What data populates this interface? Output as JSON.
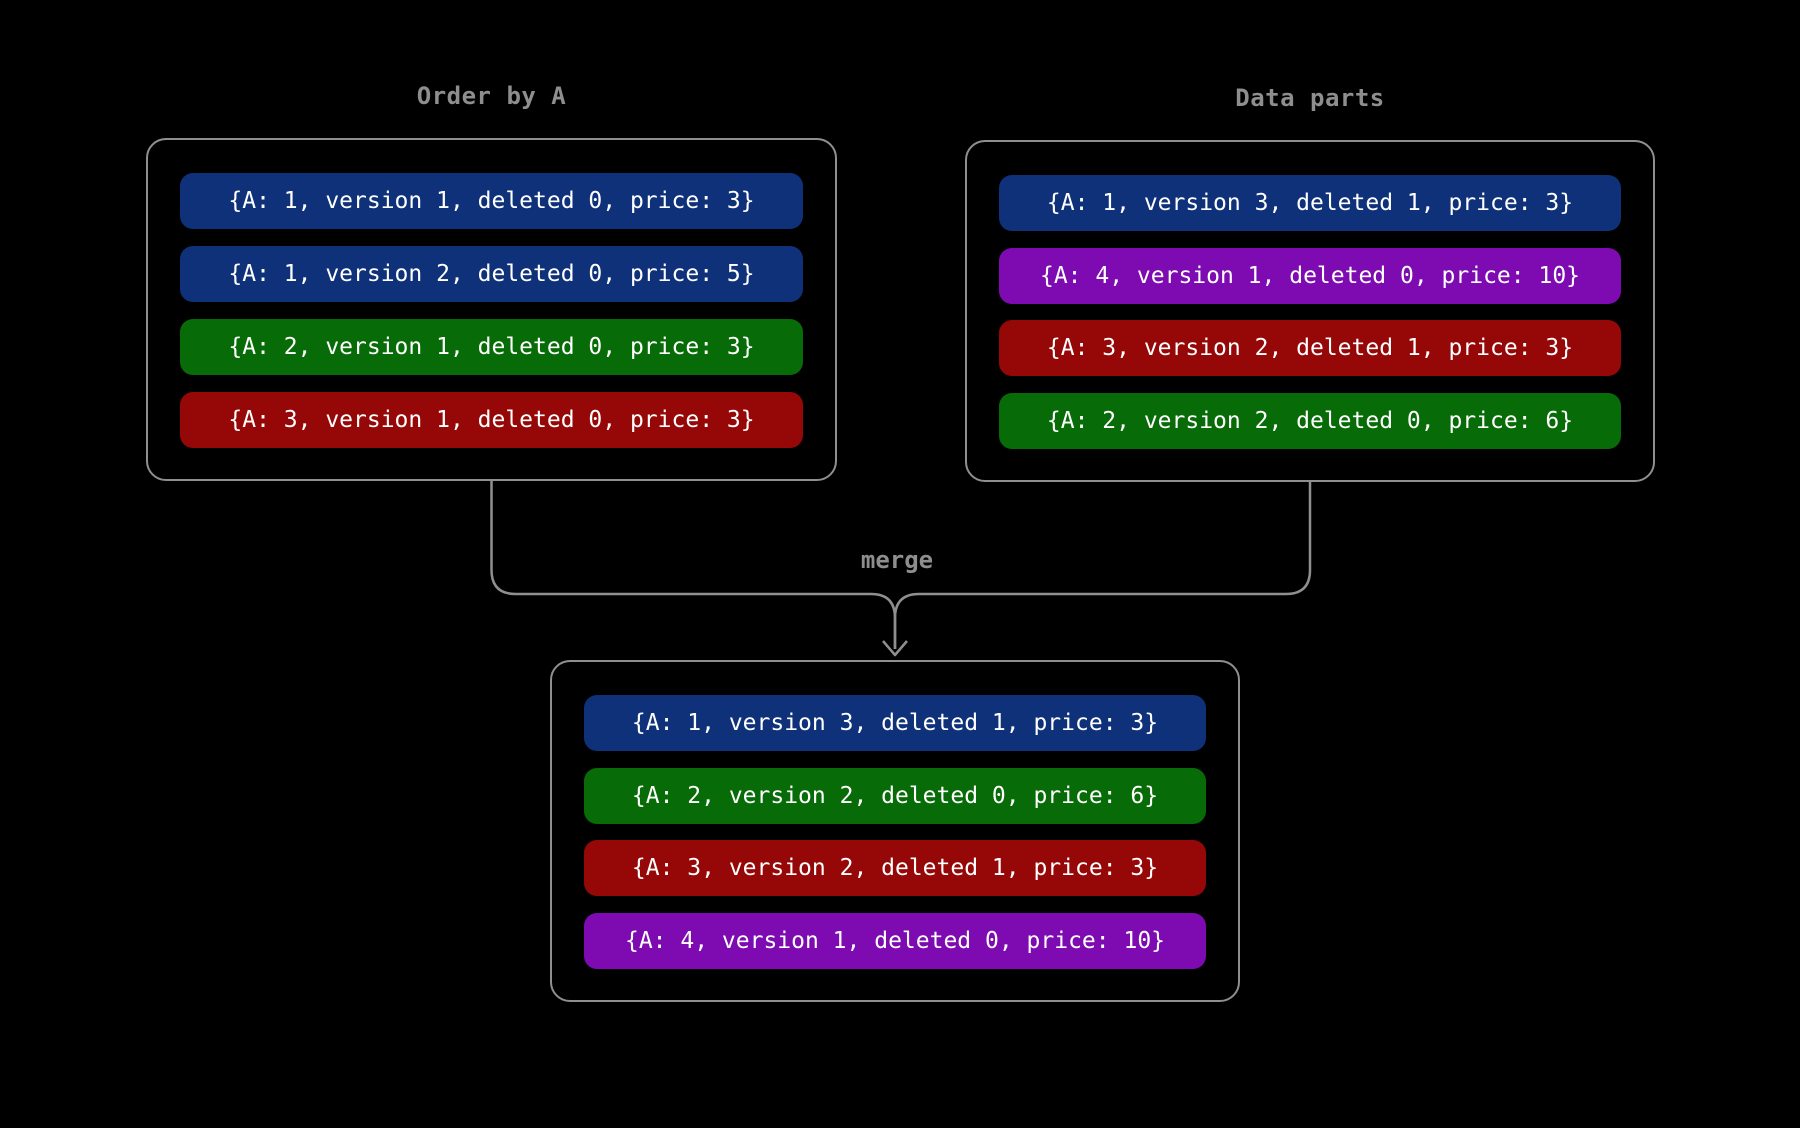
{
  "canvas": {
    "background": "#000000",
    "line_color": "#8f8f8f",
    "label_color": "#8e8e8e",
    "row_text_color": "#ffffff"
  },
  "colors": {
    "blue": "#0e3179",
    "green": "#076c07",
    "red": "#960808",
    "purple": "#7d0bb1"
  },
  "merge_label": "merge",
  "left_box": {
    "title": "Order by A",
    "rows": [
      {
        "color": "blue",
        "text": "{A: 1, version 1, deleted 0, price: 3}"
      },
      {
        "color": "blue",
        "text": "{A: 1, version 2, deleted 0, price: 5}"
      },
      {
        "color": "green",
        "text": "{A: 2, version 1, deleted 0, price: 3}"
      },
      {
        "color": "red",
        "text": "{A: 3, version 1, deleted 0, price: 3}"
      }
    ]
  },
  "right_box": {
    "title": "Data parts",
    "rows": [
      {
        "color": "blue",
        "text": "{A: 1, version 3, deleted 1, price: 3}"
      },
      {
        "color": "purple",
        "text": "{A: 4, version 1, deleted 0, price: 10}"
      },
      {
        "color": "red",
        "text": "{A: 3, version 2, deleted 1, price: 3}"
      },
      {
        "color": "green",
        "text": "{A: 2, version 2, deleted 0, price: 6}"
      }
    ]
  },
  "merged_box": {
    "rows": [
      {
        "color": "blue",
        "text": "{A: 1, version 3, deleted 1, price: 3}"
      },
      {
        "color": "green",
        "text": "{A: 2, version 2, deleted 0, price: 6}"
      },
      {
        "color": "red",
        "text": "{A: 3, version 2, deleted 1, price: 3}"
      },
      {
        "color": "purple",
        "text": "{A: 4, version 1, deleted 0, price: 10}"
      }
    ]
  }
}
